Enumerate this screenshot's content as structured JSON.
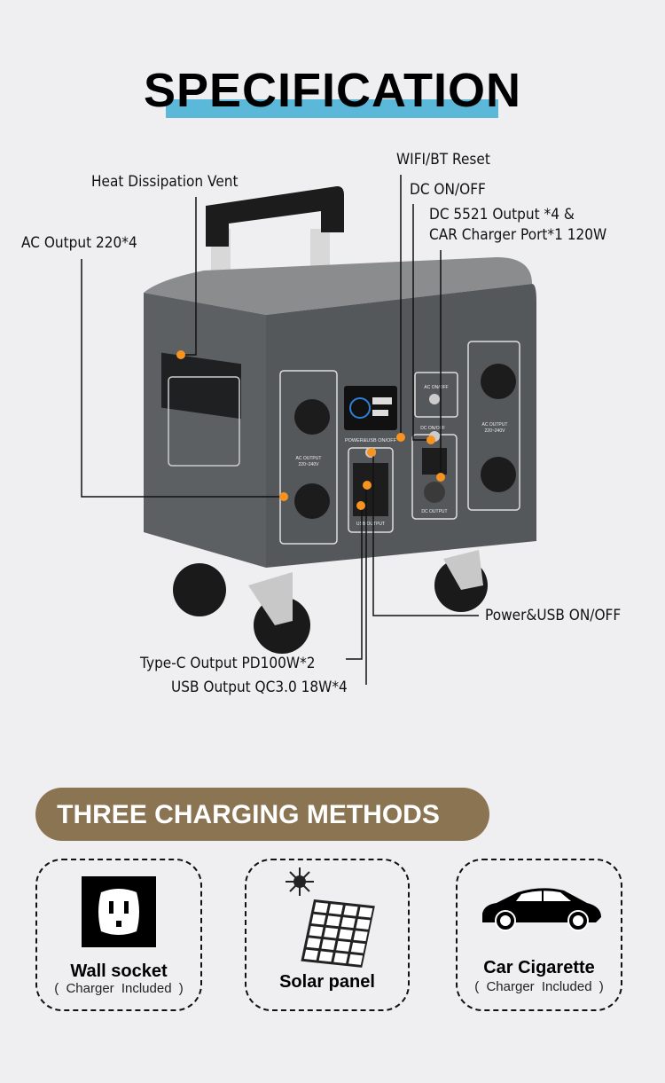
{
  "header": {
    "title": "SPECIFICATION",
    "accent_color": "#5bb8d8"
  },
  "callouts": {
    "heat_vent": "Heat Dissipation Vent",
    "ac_output": "AC Output  220*4",
    "wifi_reset": "WIFI/BT Reset",
    "dc_onoff": "DC  ON/OFF",
    "dc5521_line1": "DC 5521 Output *4 &",
    "dc5521_line2": "CAR Charger Port*1 120W",
    "power_usb": "Power&USB ON/OFF",
    "typec": "Type-C Output PD100W*2",
    "usb": "USB Output QC3.0 18W*4",
    "marker_color": "#f7931e"
  },
  "device_labels": {
    "ac_output_left": "AC OUTPUT",
    "ac_voltage_left": "220~240V",
    "ac_output_right": "AC OUTPUT",
    "ac_voltage_right": "220~240V",
    "power_usb_onoff": "POWER&USB ON/OFF",
    "ac_onoff": "AC ON/OFF",
    "dc_onoff": "DC ON/OFF",
    "usb_output": "USB OUTPUT",
    "dc_output": "DC OUTPUT"
  },
  "charging": {
    "title": "THREE CHARGING METHODS",
    "banner_color": "#8b7452",
    "methods": [
      {
        "icon": "wall-socket-icon",
        "title": "Wall socket",
        "subtitle": "( Charger  Included )"
      },
      {
        "icon": "solar-panel-icon",
        "title": "Solar panel"
      },
      {
        "icon": "car-icon",
        "title": "Car Cigarette",
        "subtitle": "( Charger  Included )"
      }
    ]
  }
}
